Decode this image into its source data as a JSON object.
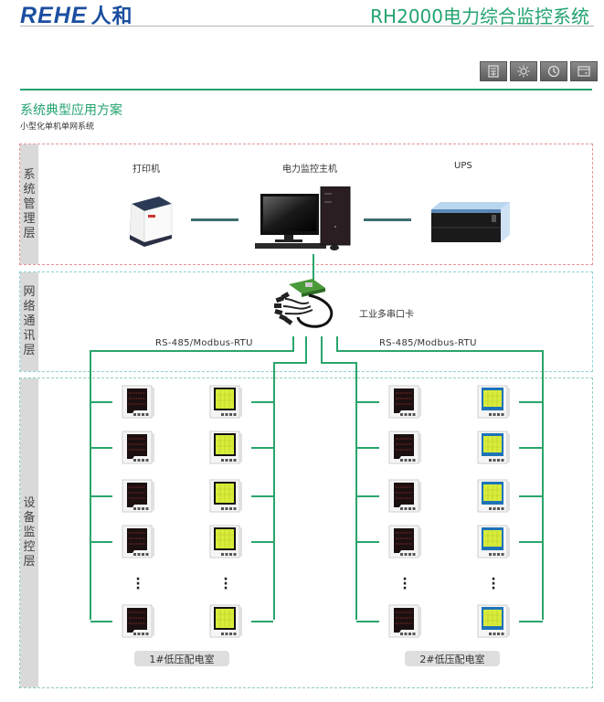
{
  "header": {
    "logo_latin": "REHE",
    "logo_cn": "人和",
    "title": "RH2000电力综合监控系统"
  },
  "toolbar": {
    "buttons": [
      {
        "icon": "calculator-icon"
      },
      {
        "icon": "sun-icon"
      },
      {
        "icon": "clock-icon"
      },
      {
        "icon": "card-icon"
      }
    ]
  },
  "section": {
    "title": "系统典型应用方案",
    "subtitle": "小型化单机单网系统"
  },
  "layers": {
    "management": {
      "label": [
        "系",
        "统",
        "管",
        "理",
        "层"
      ]
    },
    "network": {
      "label": [
        "网",
        "络",
        "通",
        "讯",
        "层"
      ]
    },
    "device": {
      "label": [
        "设",
        "备",
        "监",
        "控",
        "层"
      ]
    }
  },
  "devices": {
    "printer": "打印机",
    "host": "电力监控主机",
    "ups": "UPS",
    "serial_card": "工业多串口卡"
  },
  "protocols": {
    "left": "RS-485/Modbus-RTU",
    "right": "RS-485/Modbus-RTU"
  },
  "rooms": {
    "room1": "1#低压配电室",
    "room2": "2#低压配电室"
  },
  "colors": {
    "brand_blue": "#1c4fa0",
    "accent_green": "#23a36f",
    "wire_green": "#2aa56b"
  }
}
